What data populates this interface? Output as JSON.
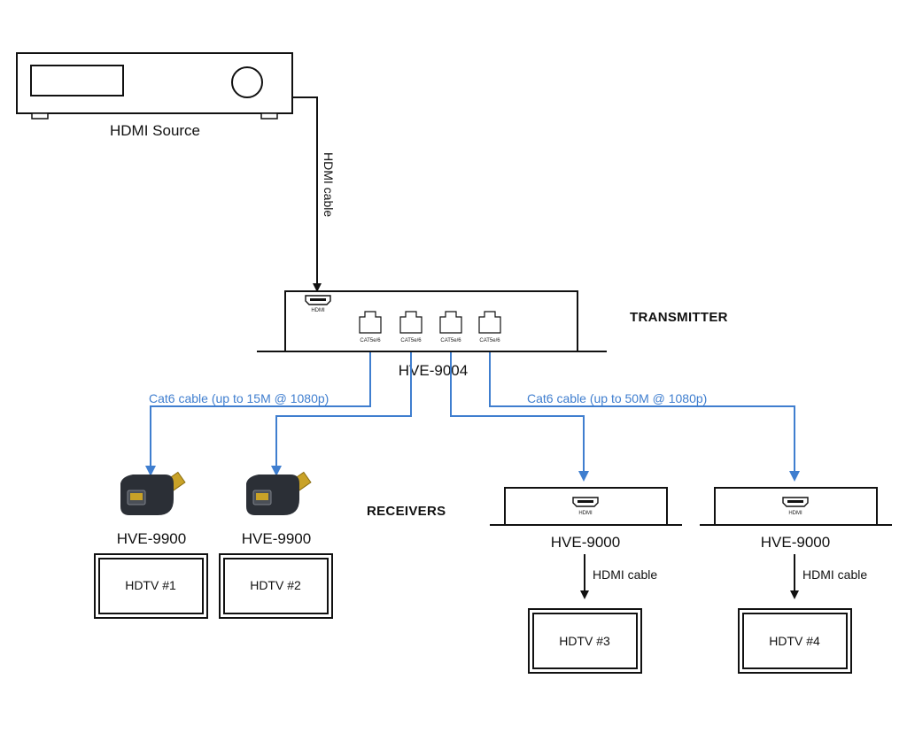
{
  "source": {
    "label": "HDMI Source"
  },
  "source_cable_label": "HDMI cable",
  "transmitter": {
    "heading": "TRANSMITTER",
    "model": "HVE-9004",
    "hdmi_port_label": "HDMI",
    "cat_port_labels": [
      "CAT5e/6",
      "CAT5e/6",
      "CAT5e/6",
      "CAT5e/6"
    ]
  },
  "cable_labels": {
    "short": "Cat6 cable (up to 15M @ 1080p)",
    "long": "Cat6 cable (up to 50M @ 1080p)"
  },
  "receivers_heading": "RECEIVERS",
  "receivers": [
    {
      "model": "HVE-9900",
      "tv": "HDTV #1"
    },
    {
      "model": "HVE-9900",
      "tv": "HDTV #2"
    },
    {
      "model": "HVE-9000",
      "tv": "HDTV #3",
      "port_label": "HDMI",
      "cable_label": "HDMI cable"
    },
    {
      "model": "HVE-9000",
      "tv": "HDTV #4",
      "port_label": "HDMI",
      "cable_label": "HDMI cable"
    }
  ],
  "colors": {
    "line": "#111111",
    "cat_cable": "#3f7ecf",
    "adapter_body": "#2b2f36",
    "adapter_plug": "#c9a227"
  }
}
